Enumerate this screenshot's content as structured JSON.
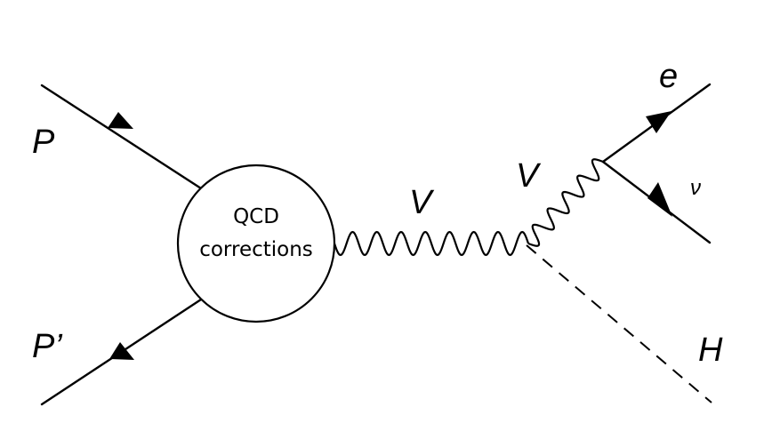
{
  "diagram": {
    "blob": {
      "line1": "QCD",
      "line2": "corrections"
    },
    "labels": {
      "p_in": "P",
      "p_out": "P’",
      "v_first": "V",
      "v_second": "V",
      "electron": "e",
      "neutrino": "ν",
      "higgs": "H"
    }
  }
}
